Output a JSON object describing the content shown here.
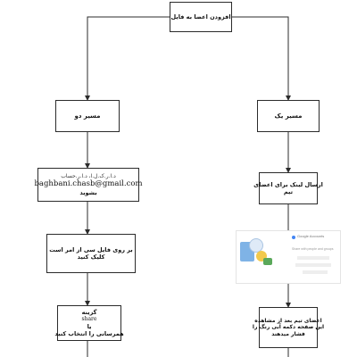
{
  "diagram": {
    "boxes": {
      "top": {
        "text": "افزودن اعضا به فایل"
      },
      "path2": {
        "text": "مسیر دو"
      },
      "path1": {
        "text": "مسیر یک"
      },
      "email": {
        "line1": "د.ا.ر.ک.ل.ا، د.ا.ر.حساب",
        "email": "baghbani.chasb@gmail.com",
        "line3": "بشوید"
      },
      "send": {
        "line1": "ارسال لینک برای اعضای",
        "line2": "تیم"
      },
      "click": {
        "line1": "بر روی فایل سی از امر است",
        "line2": "کلیک کنید"
      },
      "share": {
        "line1": "گزینه",
        "line2": "share",
        "line3": "یا",
        "line4": "همرسانی را انتخاب کنید"
      },
      "view": {
        "line1": "اعضای تیم بعد از مشاهده",
        "line2": "این صفحه دکمه آبی رنگ را",
        "line3": "فشار میدهند"
      }
    },
    "thumbnail": {
      "title": "Google Accounts",
      "subtitle": "Share with people and groups"
    },
    "colors": {
      "line": "#2b2b2b",
      "box_border": "#2b2b2b",
      "background": "#ffffff"
    }
  }
}
